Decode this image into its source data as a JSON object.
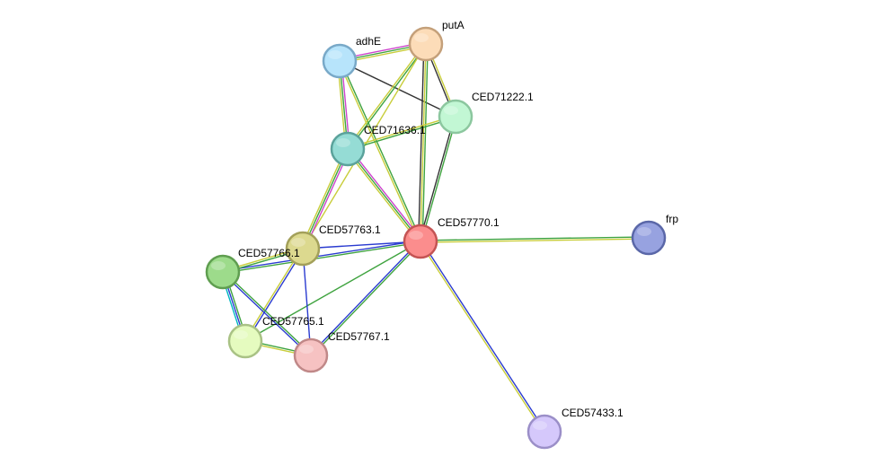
{
  "colors": {
    "neighborhood": "#3fa33f",
    "fusion": "#e31a1c",
    "cooccurrence": "#2a3bd0",
    "coexpression": "#333333",
    "experiments": "#cc44cc",
    "databases": "#00b7c2",
    "textmining": "#c8cd3a",
    "homology": "#a0a0ff"
  },
  "nodes": [
    {
      "id": "adhE",
      "label": "adhE",
      "fill": "#b7e4fb",
      "stroke": "#79a9c8"
    },
    {
      "id": "putA",
      "label": "putA",
      "fill": "#fcdcb8",
      "stroke": "#c4a07a"
    },
    {
      "id": "CED71222.1",
      "label": "CED71222.1",
      "fill": "#c2f7d4",
      "stroke": "#8cc79f"
    },
    {
      "id": "CED71636.1",
      "label": "CED71636.1",
      "fill": "#95dcd5",
      "stroke": "#5ba29b"
    },
    {
      "id": "CED57770.1",
      "label": "CED57770.1",
      "fill": "#fb8d8d",
      "stroke": "#c45454"
    },
    {
      "id": "frp",
      "label": "frp",
      "fill": "#97a2e0",
      "stroke": "#5a67a8"
    },
    {
      "id": "CED57763.1",
      "label": "CED57763.1",
      "fill": "#dcd98f",
      "stroke": "#a3a05a"
    },
    {
      "id": "CED57766.1",
      "label": "CED57766.1",
      "fill": "#9ddb8b",
      "stroke": "#5f9e50"
    },
    {
      "id": "CED57765.1",
      "label": "CED57765.1",
      "fill": "#e5fbbf",
      "stroke": "#a9c285"
    },
    {
      "id": "CED57767.1",
      "label": "CED57767.1",
      "fill": "#f6c2c2",
      "stroke": "#c08888"
    },
    {
      "id": "CED57433.1",
      "label": "CED57433.1",
      "fill": "#d5c8fb",
      "stroke": "#9b8fc8"
    }
  ],
  "edges": [
    {
      "source": "adhE",
      "target": "putA",
      "types": [
        "experiments",
        "neighborhood",
        "textmining"
      ]
    },
    {
      "source": "adhE",
      "target": "CED71222.1",
      "types": [
        "coexpression"
      ]
    },
    {
      "source": "adhE",
      "target": "CED71636.1",
      "types": [
        "experiments",
        "neighborhood",
        "textmining"
      ]
    },
    {
      "source": "adhE",
      "target": "CED57770.1",
      "types": [
        "neighborhood",
        "textmining"
      ]
    },
    {
      "source": "putA",
      "target": "CED71222.1",
      "types": [
        "textmining",
        "coexpression"
      ]
    },
    {
      "source": "putA",
      "target": "CED71636.1",
      "types": [
        "neighborhood",
        "textmining"
      ]
    },
    {
      "source": "putA",
      "target": "CED57770.1",
      "types": [
        "neighborhood",
        "textmining",
        "coexpression"
      ]
    },
    {
      "source": "putA",
      "target": "CED57763.1",
      "types": [
        "textmining"
      ]
    },
    {
      "source": "CED71222.1",
      "target": "CED71636.1",
      "types": [
        "neighborhood",
        "textmining"
      ]
    },
    {
      "source": "CED71222.1",
      "target": "CED57770.1",
      "types": [
        "neighborhood",
        "coexpression"
      ]
    },
    {
      "source": "CED71636.1",
      "target": "CED57770.1",
      "types": [
        "experiments",
        "neighborhood",
        "textmining"
      ]
    },
    {
      "source": "CED71636.1",
      "target": "CED57763.1",
      "types": [
        "experiments",
        "neighborhood",
        "textmining"
      ]
    },
    {
      "source": "CED57770.1",
      "target": "frp",
      "types": [
        "neighborhood",
        "textmining"
      ]
    },
    {
      "source": "CED57770.1",
      "target": "CED57763.1",
      "types": [
        "cooccurrence"
      ]
    },
    {
      "source": "CED57770.1",
      "target": "CED57766.1",
      "types": [
        "neighborhood",
        "cooccurrence"
      ]
    },
    {
      "source": "CED57770.1",
      "target": "CED57765.1",
      "types": [
        "neighborhood"
      ]
    },
    {
      "source": "CED57770.1",
      "target": "CED57767.1",
      "types": [
        "neighborhood",
        "cooccurrence"
      ]
    },
    {
      "source": "CED57770.1",
      "target": "CED57433.1",
      "types": [
        "cooccurrence",
        "textmining"
      ]
    },
    {
      "source": "CED57763.1",
      "target": "CED57766.1",
      "types": [
        "neighborhood",
        "textmining"
      ]
    },
    {
      "source": "CED57763.1",
      "target": "CED57765.1",
      "types": [
        "cooccurrence",
        "textmining"
      ]
    },
    {
      "source": "CED57763.1",
      "target": "CED57767.1",
      "types": [
        "cooccurrence"
      ]
    },
    {
      "source": "CED57766.1",
      "target": "CED57765.1",
      "types": [
        "neighborhood",
        "cooccurrence",
        "databases"
      ]
    },
    {
      "source": "CED57766.1",
      "target": "CED57767.1",
      "types": [
        "neighborhood",
        "cooccurrence"
      ]
    },
    {
      "source": "CED57765.1",
      "target": "CED57767.1",
      "types": [
        "neighborhood",
        "textmining"
      ]
    }
  ]
}
